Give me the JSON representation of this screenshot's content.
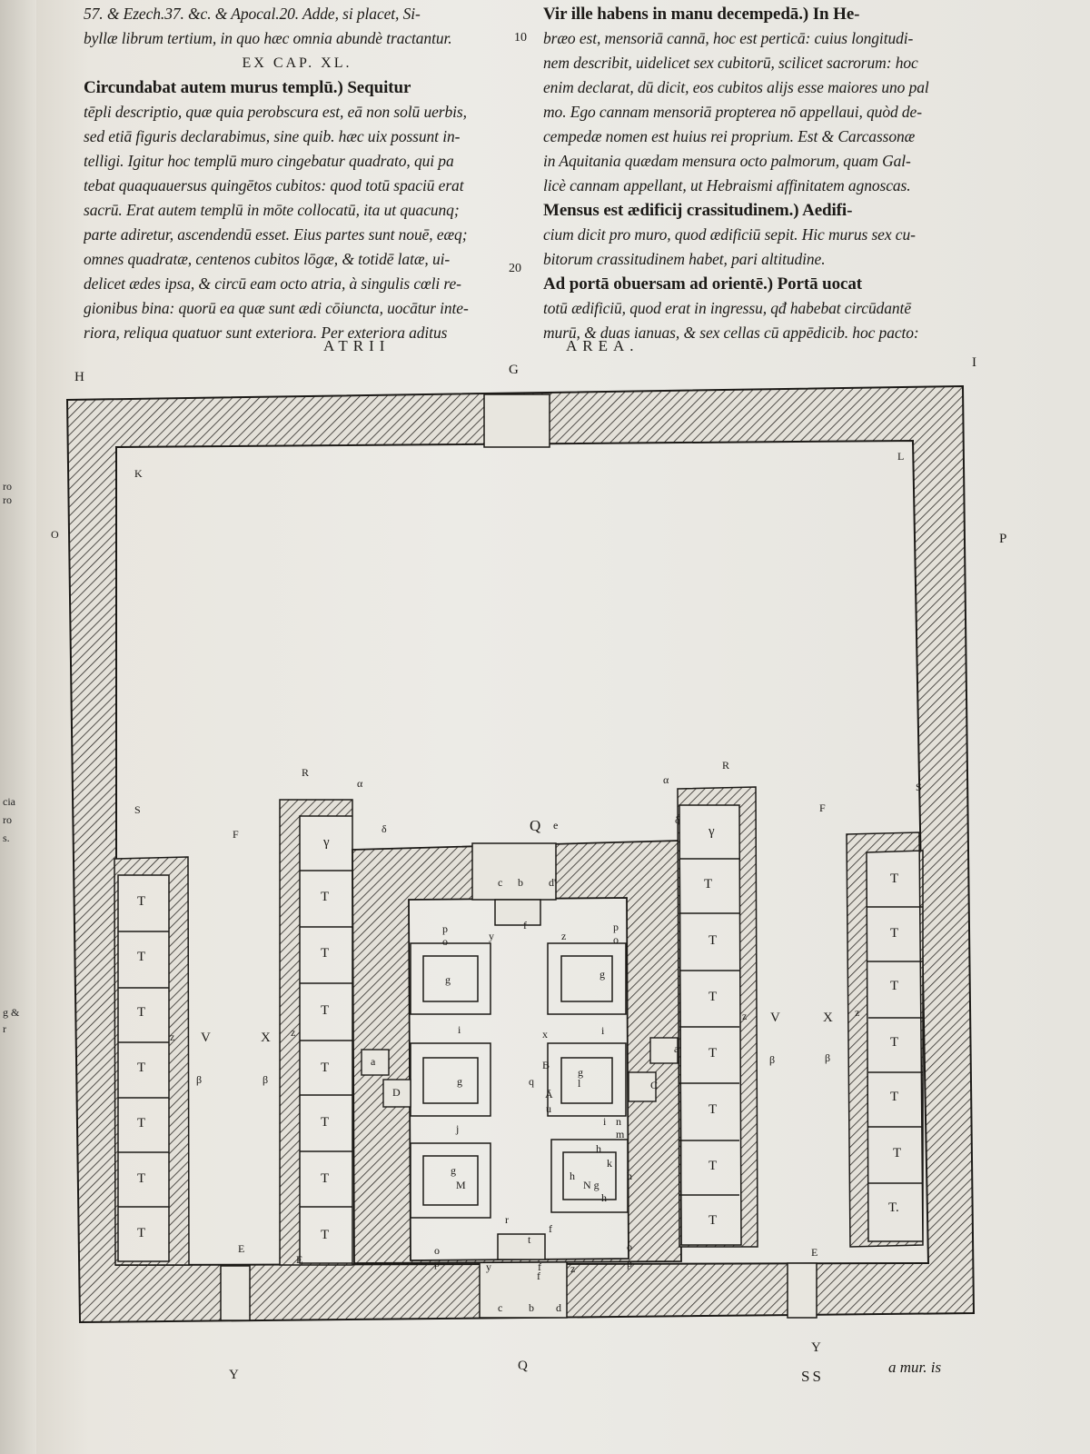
{
  "left_text": {
    "lines": [
      "57. & Ezech.37. &c. & Apocal.20. Adde, si placet, Si-",
      "byllæ librum tertium, in quo hæc omnia abundè tractantur.",
      "EX CAP. XL.",
      "Circundabat autem murus templū.) Sequitur",
      "tēpli descriptio, quæ quia perobscura est, eā non solū uerbis,",
      "sed etiā figuris declarabimus, sine quib. hæc uix possunt in-",
      "telligi. Igitur hoc templū muro cingebatur quadrato, qui pa",
      "tebat quaquauersus quingētos cubitos: quod totū spaciū erat",
      "sacrū. Erat autem templū in mōte collocatū, ita ut quacunq;",
      "parte adiretur, ascendendū esset. Eius partes sunt nouē, eæq;",
      "omnes quadratæ, centenos cubitos lōgæ, & totidē latæ, ui-",
      "delicet ædes ipsa, & circū eam octo atria, à singulis cœli re-",
      "gionibus bina: quorū ea quæ sunt ædi cōiuncta, uocātur inte-",
      "riora, reliqua quatuor sunt exteriora. Per exteriora aditus"
    ]
  },
  "right_text": {
    "lines": [
      "Vir ille habens in manu decempedā.) In He-",
      "bræo est, mensoriā cannā, hoc est perticā: cuius longitudi-",
      "nem describit, uidelicet sex cubitorū, scilicet sacrorum: hoc",
      "enim declarat, dū dicit, eos cubitos alijs esse maiores uno pal",
      "mo. Ego cannam mensoriā propterea nō appellaui, quòd de-",
      "cempedæ nomen est huius rei proprium. Est & Carcassonæ",
      "in Aquitania quædam mensura octo palmorum, quam Gal-",
      "licè cannam appellant, ut Hebraismi affinitatem agnoscas.",
      "Mensus est ædificij crassitudinem.) Aedifi-",
      "cium dicit pro muro, quod ædificiū sepit. Hic murus sex cu-",
      "bitorum crassitudinem habet, pari altitudine.",
      "Ad portā obuersam ad orientē.) Portā uocat",
      "totū ædificiū, quod erat in ingressu, qđ habebat circūdantē",
      "murū, & duas ianuas, & sex cellas cū appēdicib. hoc pacto:"
    ]
  },
  "line_numbers": [
    "10",
    "20"
  ],
  "margin_notes": [
    "ro",
    "ro",
    "cia",
    "ro",
    "s.",
    "g &",
    "r"
  ],
  "plan": {
    "caption_left": "ATRII",
    "caption_right": "AREA.",
    "corner_labels": [
      "H",
      "G",
      "I",
      "K",
      "L",
      "O",
      "P"
    ],
    "row_labels": [
      "R",
      "α",
      "R",
      "α",
      "S",
      "F",
      "Q",
      "e",
      "δ",
      "δ",
      "F",
      "S"
    ],
    "cell_label": "T",
    "cell_label_last": "T.",
    "cell_label_gamma": "γ",
    "side_labels": [
      "V",
      "X",
      "V",
      "X",
      "β",
      "β",
      "β",
      "β",
      "z",
      "z",
      "z",
      "z",
      "E",
      "E",
      "E"
    ],
    "gate_top": [
      "c",
      "b",
      "d'",
      "f"
    ],
    "gate_bottom": [
      "c",
      "b",
      "d",
      "f"
    ],
    "inner_labels": [
      "p",
      "o",
      "y",
      "z",
      "p",
      "o",
      "g",
      "g",
      "i",
      "x",
      "i",
      "a",
      "B",
      "q",
      "Ā",
      "u",
      "a",
      "D",
      "g",
      "g",
      "l",
      "C",
      "j",
      "i",
      "n",
      "m",
      "h",
      "k",
      "h",
      "h",
      "g",
      "M",
      "N g",
      "h",
      "r",
      "f",
      "t",
      "o",
      "p",
      "y",
      "f",
      "z",
      "o",
      "p"
    ],
    "bottom_labels": [
      "Y",
      "Q",
      "Y",
      "SS",
      "a mur. is"
    ]
  }
}
